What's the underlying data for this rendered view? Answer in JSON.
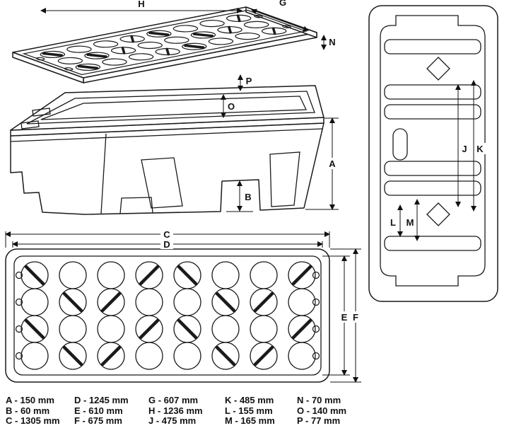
{
  "diagram": {
    "ink_color": "#1a1a1a",
    "dim_labels": {
      "A": "A",
      "B": "B",
      "C": "C",
      "D": "D",
      "E": "E",
      "F": "F",
      "G": "G",
      "H": "H",
      "J": "J",
      "K": "K",
      "L": "L",
      "M": "M",
      "N": "N",
      "O": "O",
      "P": "P"
    },
    "grid": {
      "rows": 4,
      "cols": 8,
      "slashed": [
        [
          1,
          0,
          0,
          1,
          1,
          0,
          0,
          1
        ],
        [
          0,
          1,
          1,
          0,
          0,
          1,
          1,
          0
        ],
        [
          1,
          0,
          0,
          1,
          1,
          0,
          0,
          1
        ],
        [
          0,
          1,
          1,
          0,
          0,
          1,
          1,
          0
        ]
      ]
    }
  },
  "legend": {
    "columns": [
      {
        "items": [
          "A - 150 mm",
          "B - 60 mm",
          "C - 1305 mm"
        ]
      },
      {
        "items": [
          "D - 1245 mm",
          "E - 610 mm",
          "F - 675 mm"
        ]
      },
      {
        "items": [
          "G - 607 mm",
          "H - 1236 mm",
          "J - 475 mm"
        ]
      },
      {
        "items": [
          "K - 485 mm",
          "L - 155 mm",
          "M - 165 mm"
        ]
      },
      {
        "items": [
          "N - 70 mm",
          "O - 140 mm",
          "P - 77 mm"
        ]
      }
    ]
  }
}
